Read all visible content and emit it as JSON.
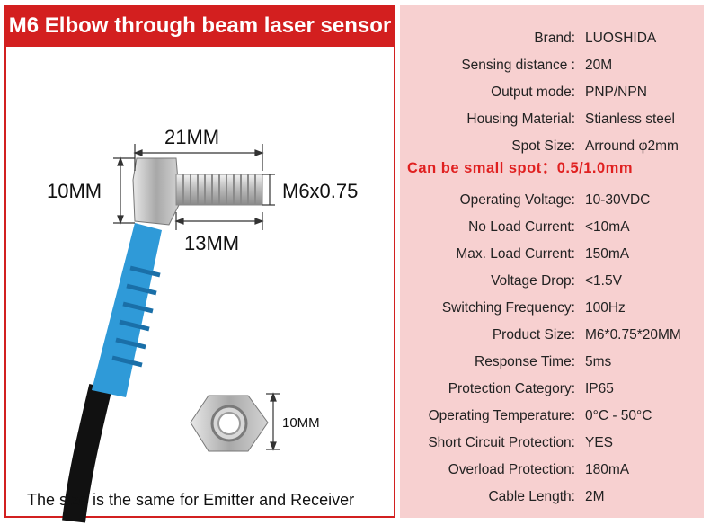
{
  "title": "M6 Elbow through beam laser sensor",
  "dimensions": {
    "length": "21MM",
    "height": "10MM",
    "thread": "M6x0.75",
    "thread_length": "13MM",
    "nut_size": "10MM"
  },
  "caption": "The size is the same for Emitter and Receiver",
  "highlight": "Can be small spot：0.5/1.0mm",
  "colors": {
    "accent_red": "#d31f1f",
    "panel_pink": "#f7d0d0",
    "cable_blue": "#2f9ad8"
  },
  "specs": [
    {
      "label": "Brand:",
      "value": "LUOSHIDA"
    },
    {
      "label": "Sensing distance :",
      "value": "20M"
    },
    {
      "label": "Output mode:",
      "value": "PNP/NPN"
    },
    {
      "label": "Housing Material:",
      "value": "Stianless steel"
    },
    {
      "label": "Spot Size:",
      "value": "Arround φ2mm"
    },
    {
      "label": "Operating Voltage:",
      "value": "10-30VDC"
    },
    {
      "label": "No Load Current:",
      "value": "<10mA"
    },
    {
      "label": "Max. Load Current:",
      "value": "150mA"
    },
    {
      "label": "Voltage Drop:",
      "value": "<1.5V"
    },
    {
      "label": "Switching Frequency:",
      "value": "100Hz"
    },
    {
      "label": "Product Size:",
      "value": "M6*0.75*20MM"
    },
    {
      "label": "Response Time:",
      "value": "5ms"
    },
    {
      "label": "Protection Category:",
      "value": "IP65"
    },
    {
      "label": "Operating Temperature:",
      "value": "0°C - 50°C"
    },
    {
      "label": "Short Circuit Protection:",
      "value": "YES"
    },
    {
      "label": "Overload Protection:",
      "value": "180mA"
    },
    {
      "label": "Cable Length:",
      "value": "2M"
    }
  ]
}
